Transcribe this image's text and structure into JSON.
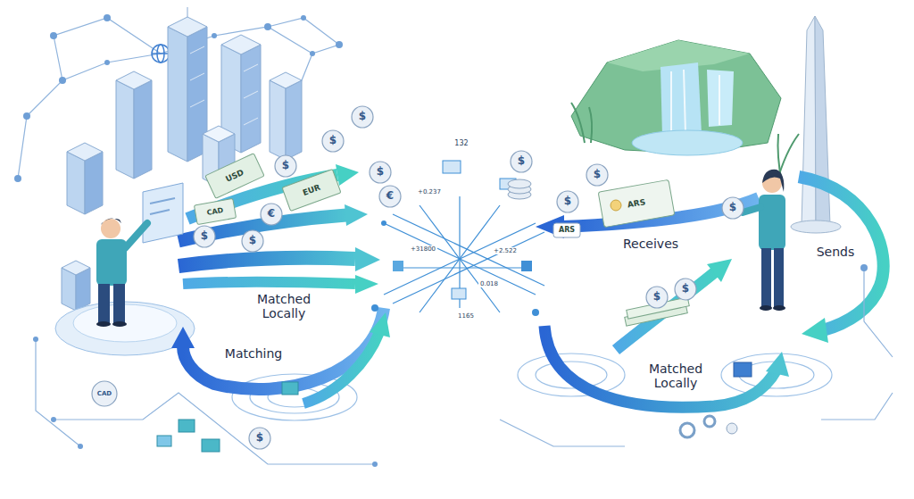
{
  "diagram": {
    "labels": [
      "132",
      "USD",
      "EUR",
      "$",
      "$",
      "$",
      "$",
      "€",
      "CAD",
      "€",
      "$",
      "$",
      "+0.237",
      "$",
      "$",
      "$",
      "ARS",
      "$",
      "ARS",
      "Receives",
      "Sends",
      "+31800",
      "+2.522",
      "Matched Locally",
      "0.018",
      "$",
      "$",
      "1165",
      "Matching",
      "Matched Locally",
      "CAD",
      "$"
    ]
  }
}
